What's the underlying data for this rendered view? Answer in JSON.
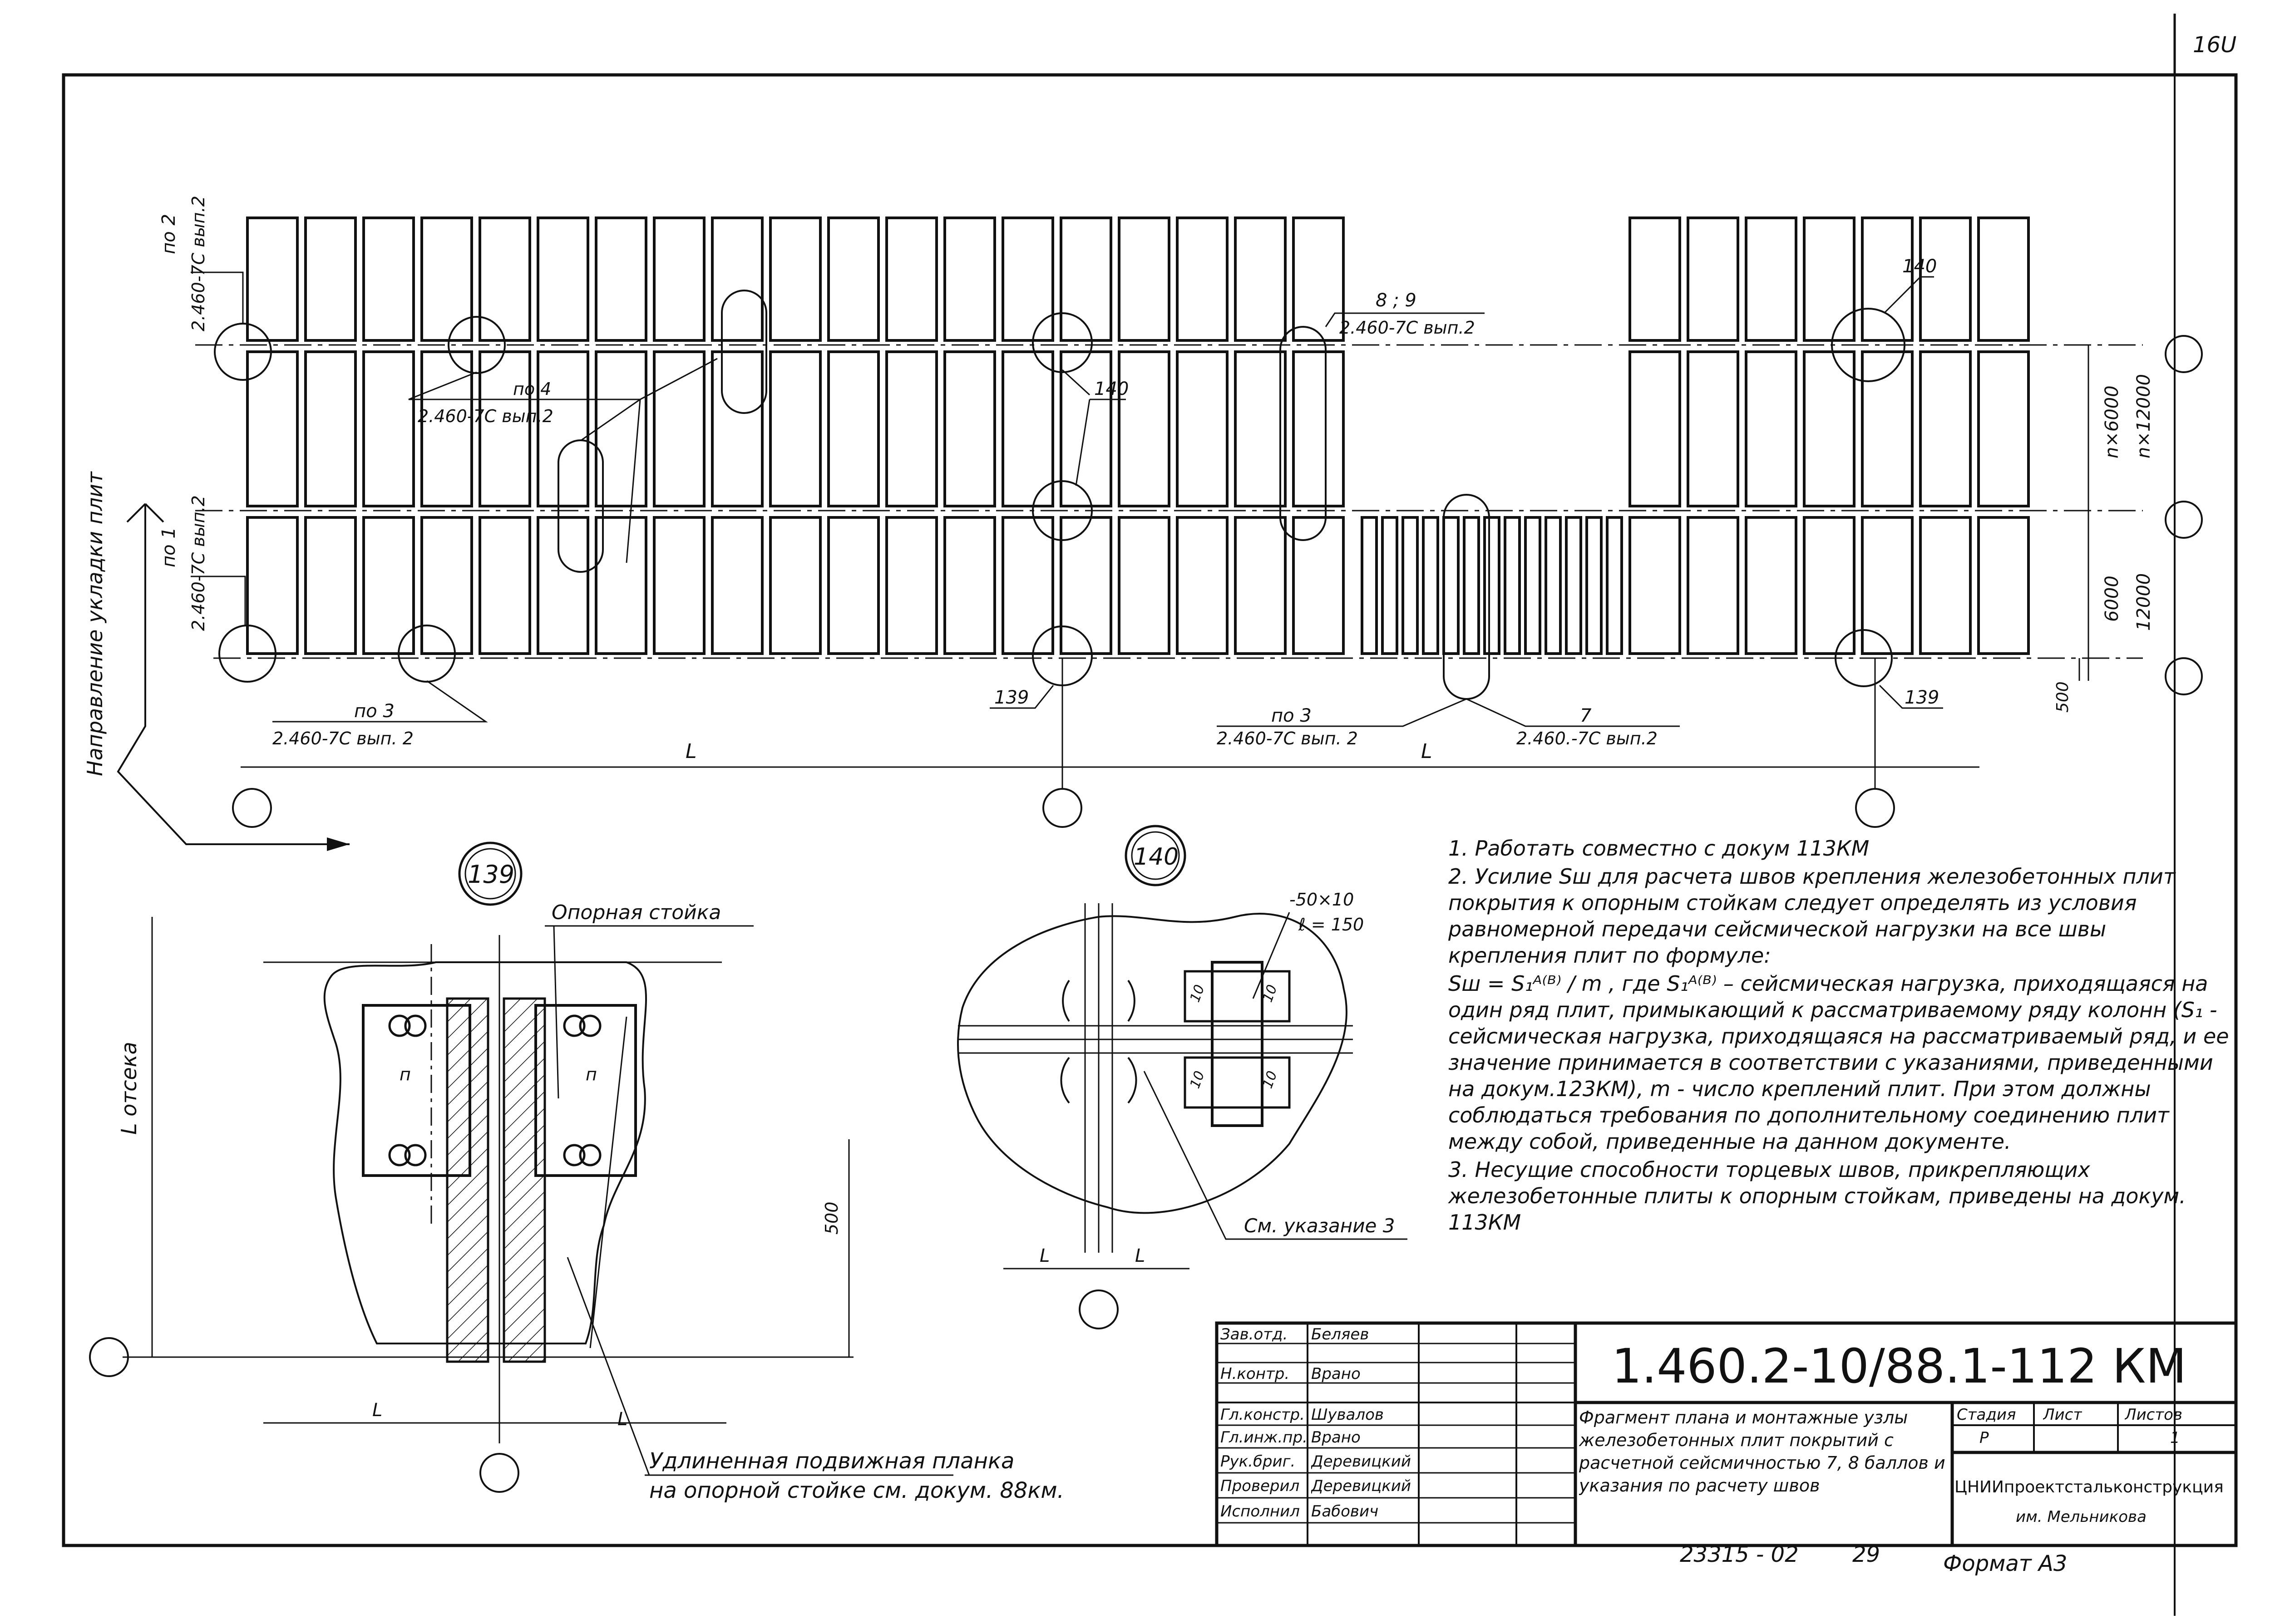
{
  "sheet_number": "16U",
  "axis_labels": {
    "direction": "Направление  укладки  плит",
    "L": "L",
    "L_otseka": "L отсека",
    "dim_500": "500",
    "dim_6000": "6000",
    "dim_12000": "12000",
    "dim_n6000": "n×6000",
    "dim_n12000": "n×12000"
  },
  "callouts": {
    "po2": "по 2",
    "po2_ref": "2.460-7С вып.2",
    "po1": "по 1",
    "po1_ref": "2.460-7С вып.2",
    "po4": "по 4",
    "po4_ref": "2.460-7С вып.2",
    "po3_left": "по 3",
    "po3_left_ref": "2.460-7С вып. 2",
    "n89": "8 ; 9",
    "n89_ref": "2.460-7С вып.2",
    "n140_top": "140",
    "n140_mid": "140",
    "n139_a": "139",
    "n139_b": "139",
    "po3_mid": "по 3",
    "po3_mid_ref": "2.460-7С вып. 2",
    "n7": "7",
    "n7_ref": "2.460.-7С вып.2"
  },
  "detail139": {
    "number": "139",
    "support_label": "Опорная  стойка",
    "plank_note_1": "Удлиненная  подвижная  планка",
    "plank_note_2": "на  опорной  стойке  см. докум. 88км.",
    "n_left": "п",
    "n_right": "п",
    "L_left": "L",
    "L_right": "L"
  },
  "detail140": {
    "number": "140",
    "plate_1": "-50×10",
    "plate_2": "ℓ = 150",
    "weld_1": "10",
    "weld_2": "10",
    "weld_3": "10",
    "weld_4": "10",
    "see_note": "См. указание 3",
    "L_left": "L",
    "L_right": "L"
  },
  "notes": [
    "1. Работать совместно с докум 113КМ",
    "2. Усилие Sш для расчета швов крепления железобетонных плит покрытия к опорным стойкам следует определять из условия равномерной передачи сейсмической нагрузки на все швы крепления плит по формуле:",
    "Sш = S₁ᴬ⁽ᴮ⁾ / m , где S₁ᴬ⁽ᴮ⁾ – сейсмическая нагрузка, приходящаяся на один ряд плит, примыкающий к рассматриваемому ряду колонн (S₁ - сейсмическая нагрузка, приходящаяся на рассматриваемый ряд, и ее значение принимается в соответствии с указаниями, приведенными на докум.123КМ), m - число креплений плит. При этом должны соблюдаться требования по дополнительному соединению плит между собой, приведенные на данном документе.",
    "3. Несущие способности торцевых швов, прикрепляющих железобетонные плиты к опорным стойкам, приведены на докум. 113КМ"
  ],
  "title_block": {
    "doc_code": "1.460.2-10/88.1-112 КМ",
    "roles": [
      "Зав.отд.",
      "Н.контр.",
      "Гл.констр.",
      "Гл.инж.пр.",
      "Рук.бриг.",
      "Проверил",
      "Исполнил"
    ],
    "names": [
      "Беляев",
      "Врано",
      "Шувалов",
      "Врано",
      "Деревицкий",
      "Деревицкий",
      "Бабович"
    ],
    "description": "Фрагмент плана и монтажные узлы железобетонных плит покрытий с расчетной сейсмичностью 7, 8 баллов и указания по расчету швов",
    "stage_header": "Стадия",
    "sheet_header": "Лист",
    "sheets_header": "Листов",
    "stage_value": "Р",
    "sheets_value": "1",
    "organization": "ЦНИИпроектстальконструкция",
    "organization_sub": "им. Мельникова",
    "inventory": "23315 - 02",
    "inventory_page": "29",
    "format": "Формат А3"
  }
}
